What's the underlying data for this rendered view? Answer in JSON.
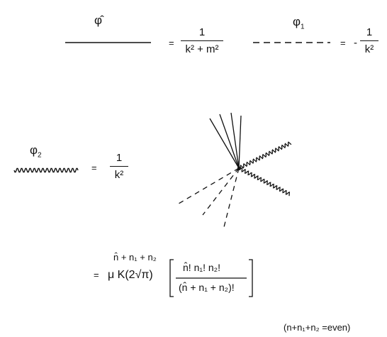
{
  "propagators": {
    "phi_hat": {
      "symbol": "φ̂",
      "equals": "=",
      "numerator": "1",
      "denominator": "k² + m²"
    },
    "phi_1": {
      "symbol": "φ",
      "subscript": "1",
      "equals": "=",
      "sign": "-",
      "numerator": "1",
      "denominator": "k²"
    },
    "phi_2": {
      "symbol": "φ",
      "subscript": "2",
      "equals": "=",
      "numerator": "1",
      "denominator": "k²"
    }
  },
  "vertex": {
    "equals": "=",
    "prefix": "μ K(2√π)",
    "exponent": "n̂ + n₁ + n₂",
    "bracket_numerator": "n̂! n₁! n₂!",
    "bracket_denominator": "(n̂ + n₁ + n₂)!",
    "condition": "(n+n₁+n₂ =even)"
  }
}
